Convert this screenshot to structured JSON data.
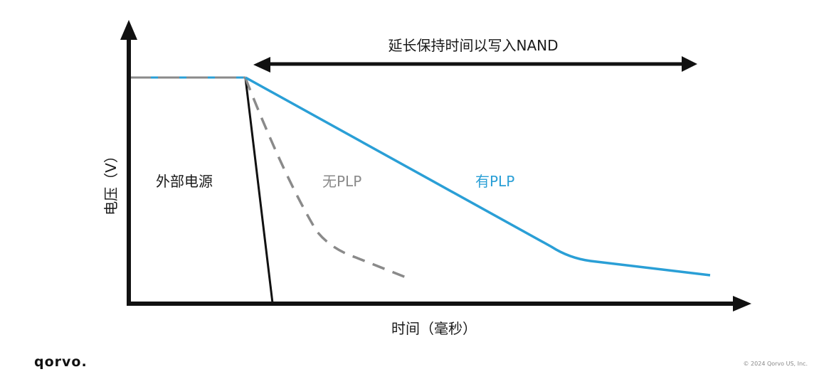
{
  "chart_data": {
    "type": "line",
    "title": "",
    "xlabel": "时间（毫秒）",
    "ylabel": "电压（V）",
    "annotation": "延长保持时间以写入NAND",
    "grid": false,
    "legend_position": "inline labels",
    "series": [
      {
        "name": "外部电源",
        "color": "#000000",
        "style": "solid",
        "points": [
          [
            0,
            100
          ],
          [
            5,
            100
          ],
          [
            6.3,
            0
          ]
        ]
      },
      {
        "name": "无PLP",
        "color": "#8a8a8a",
        "style": "dashed",
        "points": [
          [
            0,
            100
          ],
          [
            5,
            100
          ],
          [
            8.3,
            28
          ],
          [
            12.5,
            10
          ]
        ]
      },
      {
        "name": "有PLP",
        "color": "#2a9fd6",
        "style": "solid",
        "points": [
          [
            0,
            100
          ],
          [
            5,
            100
          ],
          [
            19,
            25
          ],
          [
            21,
            19
          ],
          [
            26,
            13
          ]
        ]
      }
    ],
    "x_ticks": [],
    "y_ticks": []
  },
  "labels": {
    "top_annotation": "延长保持时间以写入NAND",
    "external_power": "外部电源",
    "without_plp": "无PLP",
    "with_plp": "有PLP",
    "x_axis_title": "时间（毫秒）",
    "y_axis_title": "电压（V）"
  },
  "footer": {
    "logo": "qorvo.",
    "copyright": "© 2024 Qorvo US, Inc."
  },
  "colors": {
    "with_plp": "#2a9fd6",
    "without_plp": "#8a8a8a",
    "external_power": "#000000",
    "axes": "#111111"
  }
}
